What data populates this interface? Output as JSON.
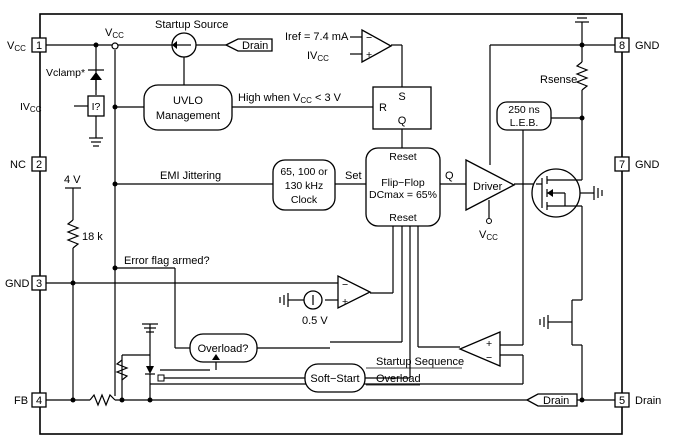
{
  "pins": {
    "p1": {
      "label": "VCC",
      "number": "1"
    },
    "p2": {
      "label": "NC",
      "number": "2"
    },
    "p3": {
      "label": "GND",
      "number": "3"
    },
    "p4": {
      "label": "FB",
      "number": "4"
    },
    "p5": {
      "label": "Drain",
      "number": "5"
    },
    "p7": {
      "label": "GND",
      "number": "7"
    },
    "p8": {
      "label": "GND",
      "number": "8"
    }
  },
  "labels": {
    "vcc_node": "VCC",
    "startup_source": "Startup Source",
    "drain_tag_top": "Drain",
    "drain_tag_bottom": "Drain",
    "iref": "Iref = 7.4 mA",
    "ivcc_top": "IVCC",
    "ivcc_left": "IVCC",
    "vclamp": "Vclamp*",
    "isense_box": "I?",
    "uvlo_line1": "UVLO",
    "uvlo_line2": "Management",
    "high_when": "High when VCC < 3 V",
    "latch_s": "S",
    "latch_r": "R",
    "latch_q": "Q",
    "rsense": "Rsense",
    "leb_line1": "250 ns",
    "leb_line2": "L.E.B.",
    "ff_reset_top": "Reset",
    "ff_line1": "Flip−Flop",
    "ff_line2": "DCmax = 65%",
    "ff_reset_bottom": "Reset",
    "ff_set": "Set",
    "ff_q": "Q",
    "clock_line1": "65, 100 or",
    "clock_line2": "130 kHz",
    "clock_line3": "Clock",
    "emi_jittering": "EMI Jittering",
    "driver": "Driver",
    "driver_vcc": "VCC",
    "v4": "4 V",
    "r18k": "18 k",
    "error_flag": "Error flag armed?",
    "v05": "0.5 V",
    "overload": "Overload?",
    "softstart": "Soft−Start",
    "startup_sequence": "Startup Sequence",
    "overload_in": "Overload",
    "comp_minus": "−",
    "comp_plus": "+"
  }
}
